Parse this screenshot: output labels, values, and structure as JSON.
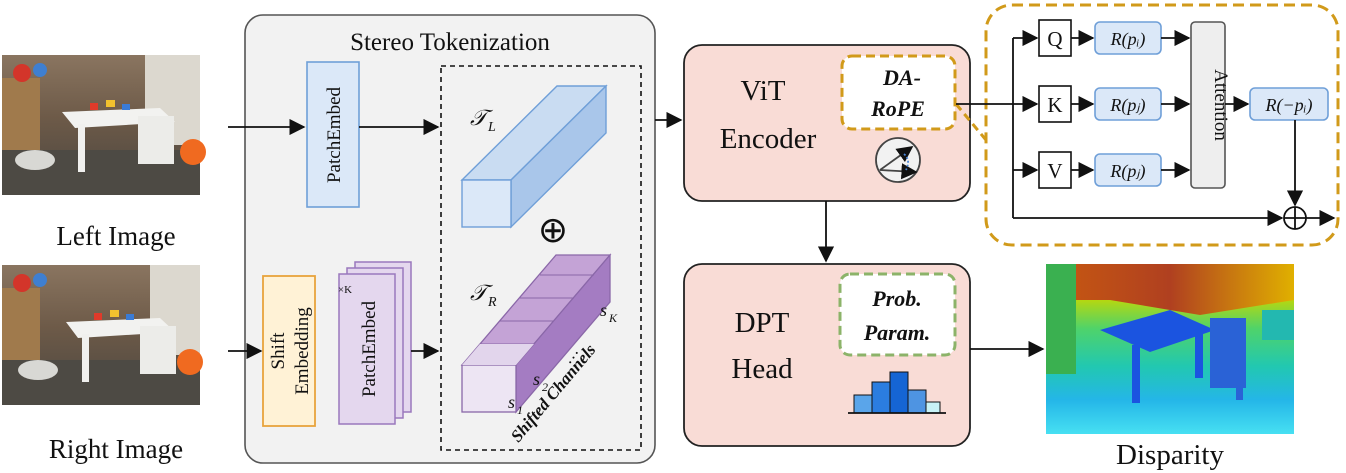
{
  "inputs": {
    "left_label": "Left Image",
    "right_label": "Right Image"
  },
  "tokenization": {
    "title": "Stereo Tokenization",
    "patch_embed": "PatchEmbed",
    "shift_embed_line1": "Shift",
    "shift_embed_line2": "Embedding",
    "patch_embed_stack": "PatchEmbed",
    "stack_count": "×K",
    "tau_l": "𝒯",
    "tau_l_sub": "L",
    "tau_r": "𝒯",
    "tau_r_sub": "R",
    "s_1": "s",
    "s_1_sub": "1",
    "s_2": "s",
    "s_2_sub": "2",
    "s_ellipsis": "…",
    "s_k": "s",
    "s_k_sub": "K",
    "shifted_channels": "Shifted Channels",
    "oplus": "⊕"
  },
  "encoder": {
    "line1": "ViT",
    "line2": "Encoder",
    "darope_line1": "DA-",
    "darope_line2": "RoPE"
  },
  "head": {
    "line1": "DPT",
    "line2": "Head",
    "prob_line1": "Prob.",
    "prob_line2": "Param."
  },
  "attention": {
    "q": "Q",
    "k": "K",
    "v": "V",
    "r_q": "R(pᵢ)",
    "r_k": "R(pⱼ)",
    "r_v": "R(pⱼ)",
    "attention_label": "Attention",
    "r_out": "R(−pᵢ)"
  },
  "output": {
    "label": "Disparity"
  },
  "colors": {
    "tokenization_bg": "#f2f2f2",
    "patch_blue": "#dbe8f8",
    "patch_blue_border": "#6f9fd8",
    "shift_orange_fill": "#fff2d6",
    "shift_orange_border": "#e8a33c",
    "stack_purple_fill": "#e4d7ee",
    "stack_purple_border": "#9a78bd",
    "module_pink": "#f9dcd6",
    "darope_gold": "#d19a1a",
    "prob_green": "#8cb369",
    "r_box_fill": "#dbe8f8"
  },
  "icons": [
    "rotation-icon",
    "histogram-icon"
  ]
}
